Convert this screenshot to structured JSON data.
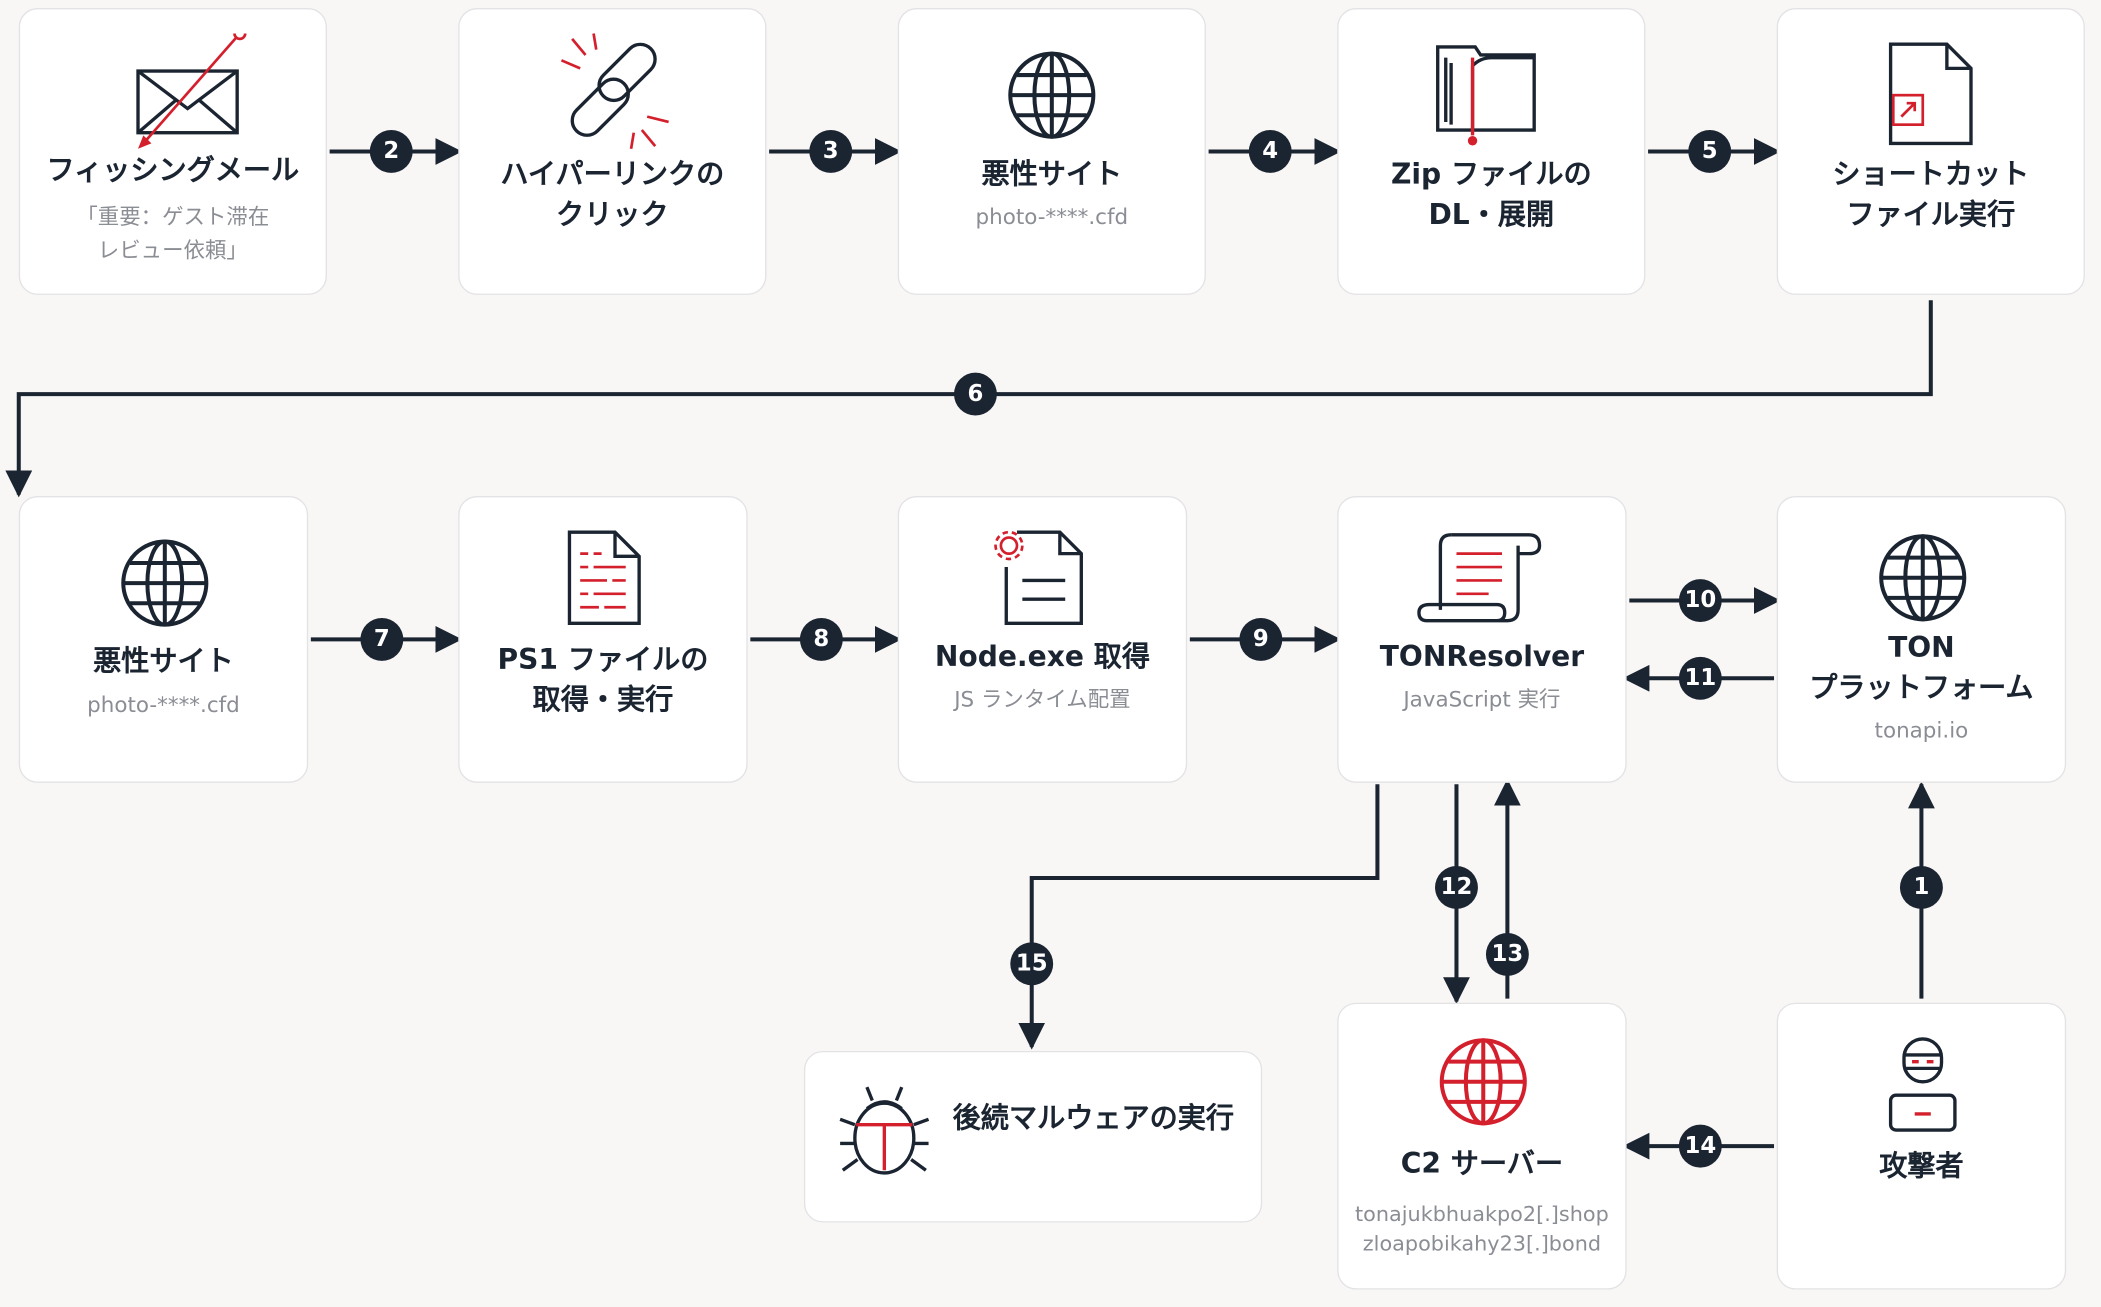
{
  "colors": {
    "navy": "#1b2431",
    "red": "#d4202c",
    "muted": "#8a8d93",
    "card_border": "#e3e3e6"
  },
  "cards": {
    "phishing": {
      "title": "フィッシングメール",
      "sub": "「重要：ゲスト滞在\nレビュー依頼」",
      "icon": "envelope-icon"
    },
    "hyperlink": {
      "title": "ハイパーリンクの\nクリック",
      "icon": "broken-link-icon"
    },
    "malsite1": {
      "title": "悪性サイト",
      "sub": "photo-****.cfd",
      "icon": "globe-icon"
    },
    "zip": {
      "title": "Zip ファイルの\nDL・展開",
      "icon": "folder-zip-icon"
    },
    "shortcut": {
      "title": "ショートカット\nファイル実行",
      "icon": "shortcut-file-icon"
    },
    "malsite2": {
      "title": "悪性サイト",
      "sub": "photo-****.cfd",
      "icon": "globe-icon"
    },
    "ps1": {
      "title": "PS1 ファイルの\n取得・実行",
      "icon": "script-file-icon"
    },
    "node": {
      "title": "Node.exe 取得",
      "sub": "JS ランタイム配置",
      "icon": "gear-file-icon"
    },
    "tonresolver": {
      "title": "TONResolver",
      "sub": "JavaScript 実行",
      "icon": "scroll-icon"
    },
    "ton": {
      "title": "TON\nプラットフォーム",
      "sub": "tonapi.io",
      "icon": "globe-icon"
    },
    "malware": {
      "title": "後続マルウェアの実行",
      "icon": "bug-icon"
    },
    "c2": {
      "title": "C2 サーバー",
      "sub": "tonajukbhuakpo2[.]shop\nzloapobikahy23[.]bond",
      "icon": "globe-red-icon"
    },
    "attacker": {
      "title": "攻撃者",
      "icon": "hacker-icon"
    }
  },
  "steps": [
    "1",
    "2",
    "3",
    "4",
    "5",
    "6",
    "7",
    "8",
    "9",
    "10",
    "11",
    "12",
    "13",
    "14",
    "15"
  ]
}
